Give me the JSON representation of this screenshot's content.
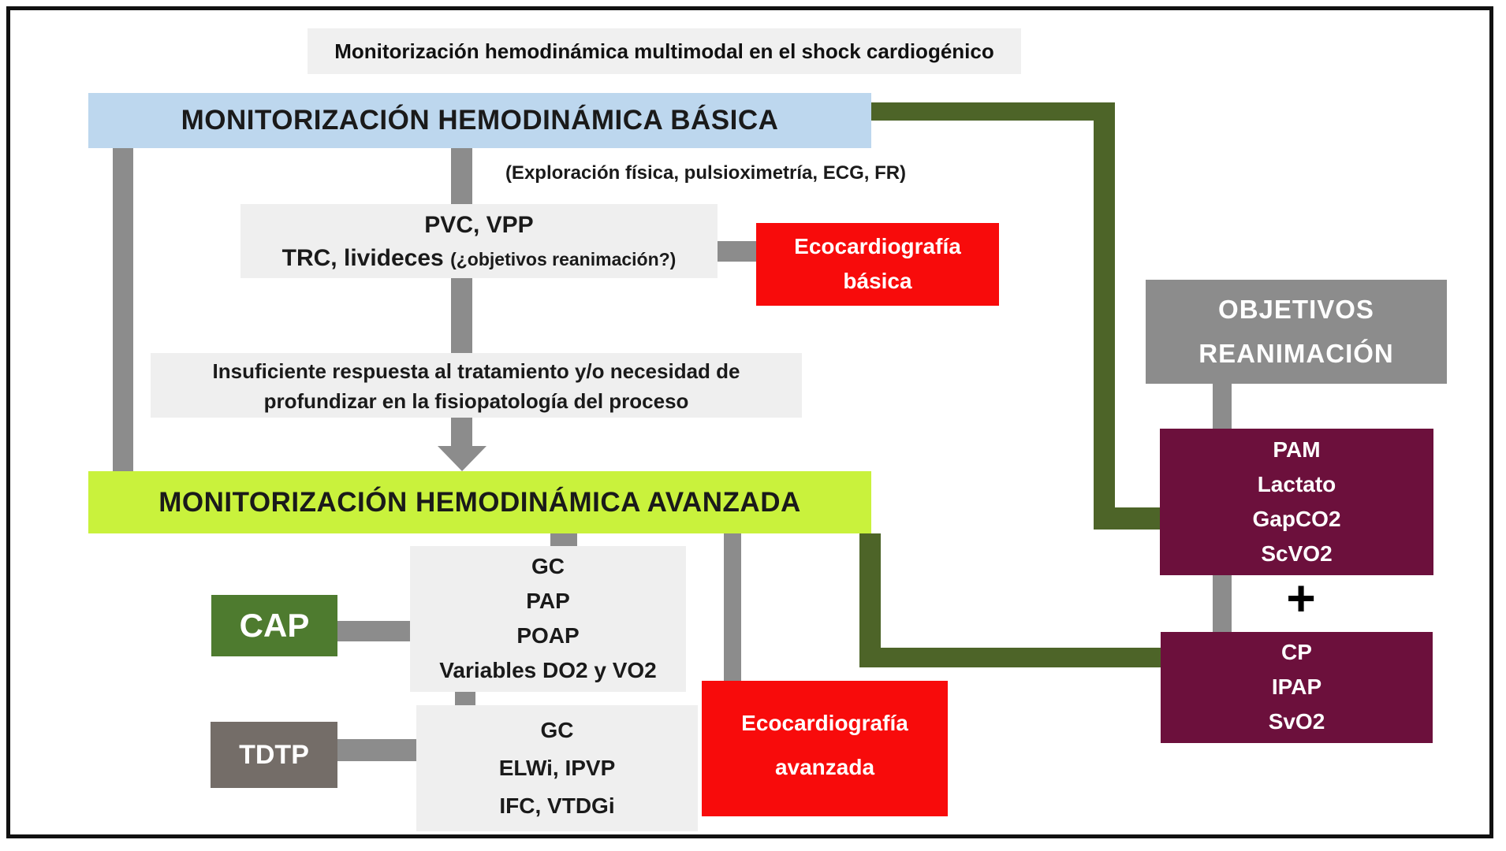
{
  "title": "Monitorización hemodinámica multimodal en el shock cardiogénico",
  "basic": {
    "header": "MONITORIZACIÓN HEMODINÁMICA BÁSICA",
    "subtitle": "(Exploración física, pulsioximetría, ECG, FR)"
  },
  "pvc_box": {
    "line1": "PVC, VPP",
    "line2_main": "TRC, livideces ",
    "line2_paren": "(¿objetivos reanimación?)"
  },
  "echo_basic": {
    "line1": "Ecocardiografía",
    "line2": "básica"
  },
  "insufficient": {
    "line1": "Insuficiente respuesta al tratamiento y/o necesidad de",
    "line2": "profundizar en la fisiopatología del proceso"
  },
  "advanced": {
    "header": "MONITORIZACIÓN HEMODINÁMICA AVANZADA"
  },
  "cap": {
    "label": "CAP"
  },
  "pac_variables": {
    "lines": [
      "GC",
      "PAP",
      "POAP",
      "Variables DO2 y VO2"
    ]
  },
  "tdtp": {
    "label": "TDTP"
  },
  "tptd_variables": {
    "lines": [
      "GC",
      "ELWi, IPVP",
      "IFC, VTDGi"
    ]
  },
  "echo_advanced": {
    "line1": "Ecocardiografía",
    "line2": "avanzada"
  },
  "goals": {
    "line1": "OBJETIVOS",
    "line2": "REANIMACIÓN"
  },
  "pam_targets": {
    "lines": [
      "PAM",
      "Lactato",
      "GapCO2",
      "ScVO2"
    ]
  },
  "plus_sign": "+",
  "cp_targets": {
    "lines": [
      "CP",
      "IPAP",
      "SvO2"
    ]
  },
  "colors": {
    "basic_header_bg": "#BDD7EE",
    "advanced_header_bg": "#C9F23C",
    "echo_bg": "#F80B0B",
    "goals_bg": "#8C8C8C",
    "targets_bg": "#6C103C",
    "cap_bg": "#4E7B2F",
    "tdtp_bg": "#746D68",
    "connector_gray": "#8C8C8C",
    "connector_green": "#4D6428",
    "panel_bg": "#EFEFEF"
  }
}
